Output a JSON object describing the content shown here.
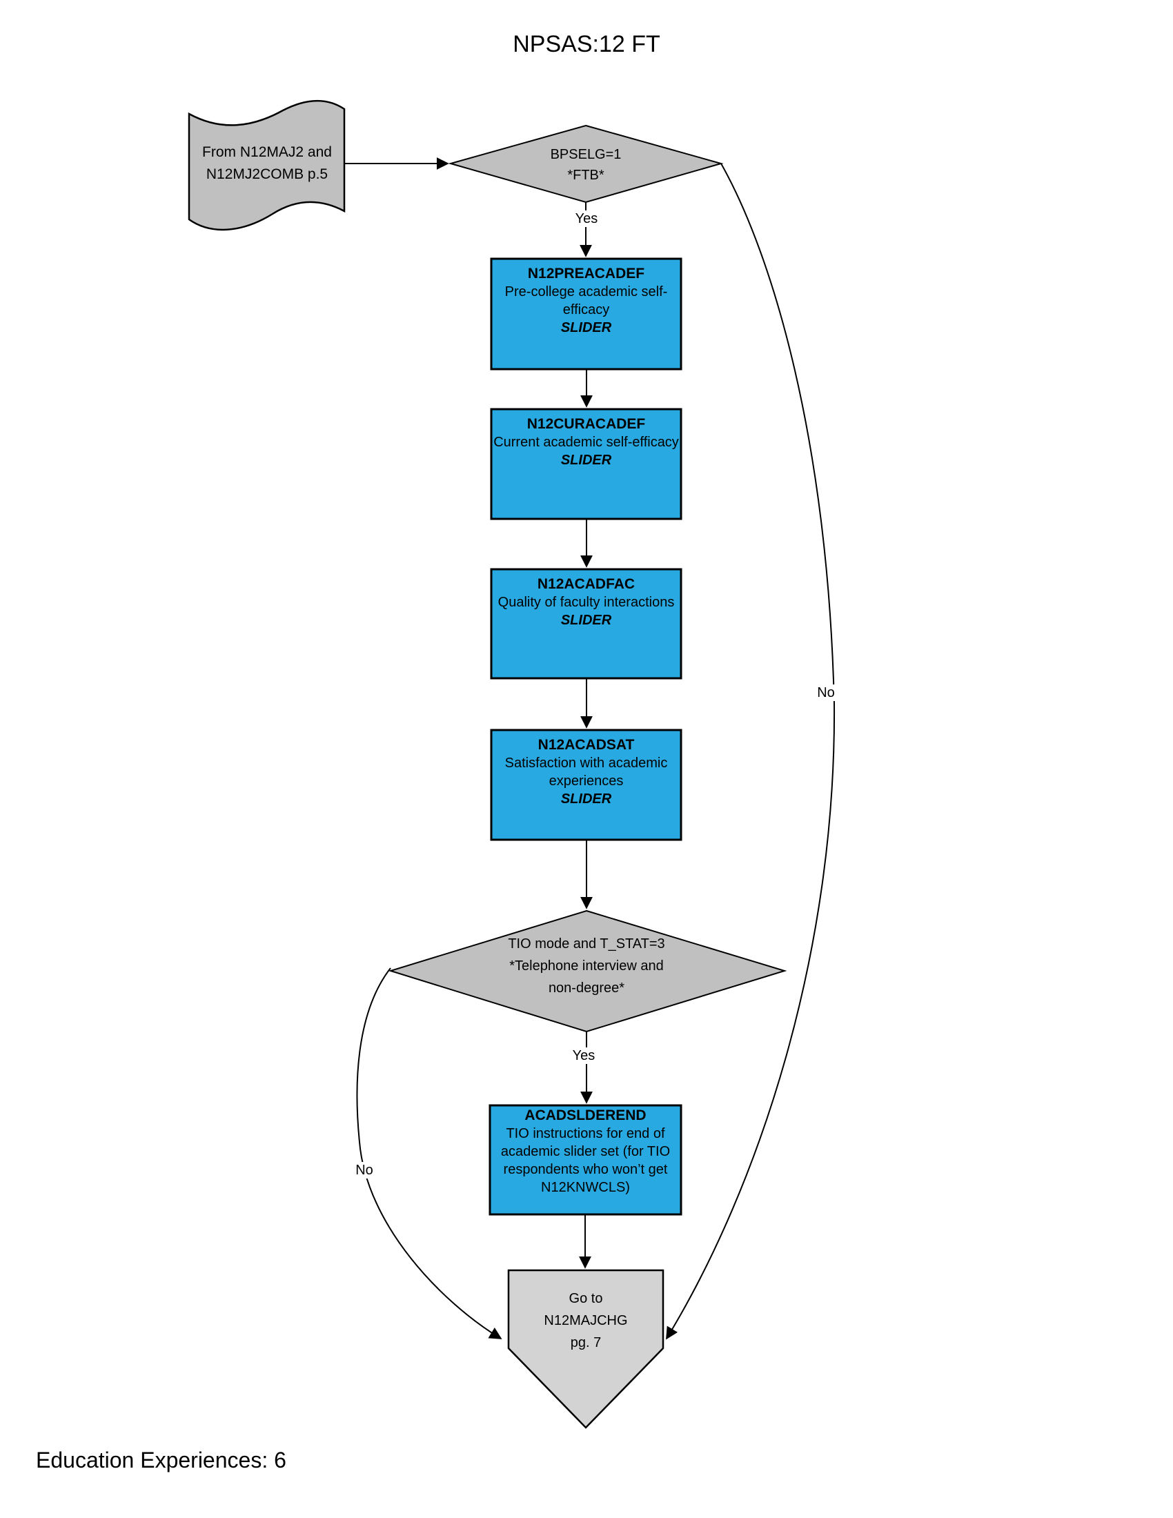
{
  "page": {
    "title": "NPSAS:12 FT",
    "footer": "Education Experiences: 6"
  },
  "nodes": {
    "source": {
      "text": "From N12MAJ2 and\nN12MJ2COMB p.5"
    },
    "decision_bpselg": {
      "text": "BPSELG=1\n*FTB*"
    },
    "n12preacadef": {
      "name": "N12PREACADEF",
      "desc": "Pre-college academic self-efficacy",
      "tag": "SLIDER"
    },
    "n12curacadef": {
      "name": "N12CURACADEF",
      "desc": "Current academic self-efficacy",
      "tag": "SLIDER"
    },
    "n12acadfac": {
      "name": "N12ACADFAC",
      "desc": "Quality of faculty interactions",
      "tag": "SLIDER"
    },
    "n12acadsat": {
      "name": "N12ACADSAT",
      "desc": "Satisfaction with academic experiences",
      "tag": "SLIDER"
    },
    "decision_tio": {
      "text": "TIO mode and T_STAT=3\n*Telephone interview and\nnon-degree*"
    },
    "acadslderend": {
      "name": "ACADSLDEREND",
      "desc": "TIO instructions for end of academic slider set (for TIO respondents who won’t get N12KNWCLS)"
    },
    "goto_terminal": {
      "text": "Go to\nN12MAJCHG\npg. 7"
    }
  },
  "edge_labels": {
    "yes1": "Yes",
    "no1": "No",
    "yes2": "Yes",
    "no2": "No"
  },
  "colors": {
    "process_fill": "#29A9E1",
    "decision_fill": "#C0C0C0",
    "source_fill": "#C0C0C0",
    "terminal_fill": "#D3D3D3",
    "line": "#000000"
  }
}
